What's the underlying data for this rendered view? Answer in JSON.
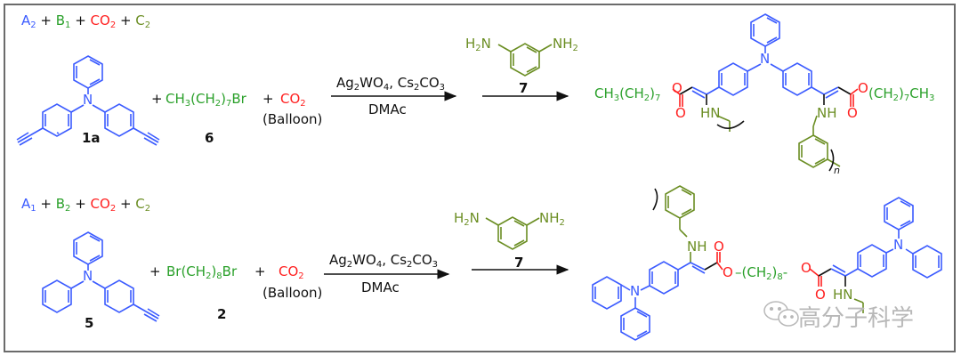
{
  "colors": {
    "monomer_A": "#3b5bff",
    "monomer_B": "#2aa02a",
    "co2": "#ff2020",
    "monomer_C": "#6b8e23",
    "text": "#111111",
    "border": "#6b6b6b",
    "watermark": "#b8b8b8"
  },
  "scheme1": {
    "legend": {
      "a": "A",
      "a_sub": "2",
      "plus1": " + ",
      "b": "B",
      "b_sub": "1",
      "plus2": " + ",
      "co2": "CO",
      "co2_sub": "2",
      "plus3": " + ",
      "c": "C",
      "c_sub": "2"
    },
    "monomer_a": {
      "label": "1a",
      "atom_n": "N"
    },
    "plus_a": "+",
    "monomer_b": {
      "pre": "CH",
      "sub1": "3",
      "mid": "(CH",
      "sub2": "2",
      "post": ")",
      "sub3": "7",
      "end": "Br",
      "label": "6"
    },
    "plus_b": "+",
    "co2": {
      "text": "CO",
      "sub": "2",
      "note": "(Balloon)"
    },
    "conditions": {
      "above": {
        "p1": "Ag",
        "s1": "2",
        "p2": "WO",
        "s2": "4",
        "p3": ", Cs",
        "s3": "2",
        "p4": "CO",
        "s4": "3"
      },
      "below": "DMAc"
    },
    "diamine": {
      "left": "H",
      "left_sub": "2",
      "left_n": "N",
      "right": "NH",
      "right_sub": "2",
      "label": "7"
    },
    "product": {
      "left_chain": {
        "p1": "CH",
        "s1": "3",
        "p2": "(CH",
        "s2": "2",
        "p3": ")",
        "s3": "7"
      },
      "right_chain": {
        "p1": "(CH",
        "s1": "2",
        "p2": ")",
        "s2": "7",
        "p3": "CH",
        "s3": "3"
      },
      "o_ester": "O",
      "o_carbonyl": "O",
      "n_atom": "N",
      "nh_left": "HN",
      "nh_right": "NH",
      "repeat": "n"
    }
  },
  "scheme2": {
    "legend": {
      "a": "A",
      "a_sub": "1",
      "plus1": " + ",
      "b": "B",
      "b_sub": "2",
      "plus2": " + ",
      "co2": "CO",
      "co2_sub": "2",
      "plus3": " + ",
      "c": "C",
      "c_sub": "2"
    },
    "monomer_a": {
      "label": "5",
      "atom_n": "N"
    },
    "plus_a": "+",
    "monomer_b": {
      "pre": "Br(CH",
      "sub1": "2",
      "post": ")",
      "sub2": "8",
      "end": "Br",
      "label": "2"
    },
    "plus_b": "+",
    "co2": {
      "text": "CO",
      "sub": "2",
      "note": "(Balloon)"
    },
    "conditions": {
      "above": {
        "p1": "Ag",
        "s1": "2",
        "p2": "WO",
        "s2": "4",
        "p3": ", Cs",
        "s3": "2",
        "p4": "CO",
        "s4": "3"
      },
      "below": "DMAc"
    },
    "diamine": {
      "left": "H",
      "left_sub": "2",
      "left_n": "N",
      "right": "NH",
      "right_sub": "2",
      "label": "7"
    },
    "product": {
      "linker": {
        "p1": "(CH",
        "s1": "2",
        "p2": ")",
        "s2": "8"
      },
      "o_left": "O",
      "o_right": "O",
      "o_carbonyl_left": "O",
      "o_carbonyl_right": "O",
      "n_left": "N",
      "n_right": "N",
      "nh_left": "NH",
      "nh_right": "HN"
    }
  },
  "watermark": {
    "text": "高分子科学",
    "icon": "wechat-icon"
  }
}
